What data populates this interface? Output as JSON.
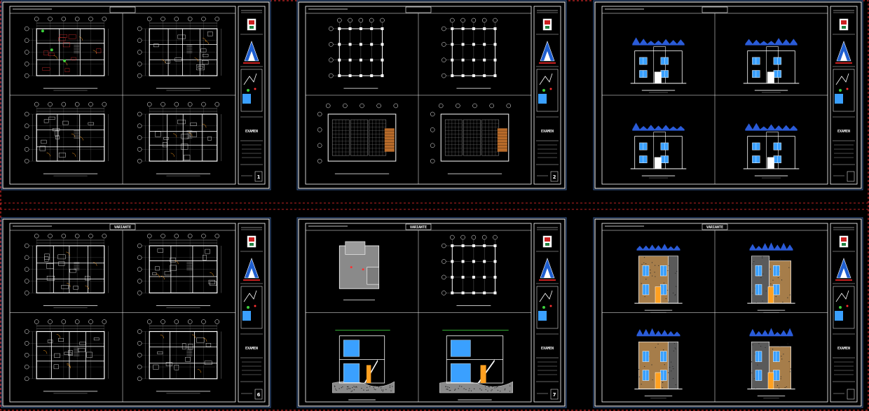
{
  "colors": {
    "background": "#000000",
    "sheet_border": "#ffffff",
    "sheet_outer": "#3a5f9a",
    "viewport_border": "#ff3030",
    "wall": "#ffffff",
    "dimension": "#c9c9c9",
    "mountain": "#2a5bd8",
    "window": "#3aa0ff",
    "floor_tile": "#9a9a9a",
    "stair": "#b86b2a",
    "stone_wall": "#5a5a5a",
    "render_wall": "#a67d4a",
    "ground": "#8a8a8a",
    "furniture": "#e03030",
    "door": "#ffa020",
    "plants": "#3cd03c"
  },
  "sheets": [
    {
      "id": "sheet-1",
      "kind": "floor-plans",
      "title_badge": "",
      "sheet_number": "1"
    },
    {
      "id": "sheet-2",
      "kind": "structural-plans",
      "title_badge": "",
      "sheet_number": "2"
    },
    {
      "id": "sheet-3",
      "kind": "elevations-line",
      "title_badge": "",
      "sheet_number": ""
    },
    {
      "id": "sheet-4",
      "kind": "floor-plans-alt",
      "title_badge": "VARIANTE",
      "sheet_number": "6"
    },
    {
      "id": "sheet-5",
      "kind": "roof-and-sections",
      "title_badge": "VARIANTE",
      "sheet_number": "7"
    },
    {
      "id": "sheet-6",
      "kind": "elevations-rendered",
      "title_badge": "VARIANTE",
      "sheet_number": ""
    }
  ],
  "title_block": {
    "logo_icon": "university-logo-icon",
    "triangle_icon": "institution-triangle-icon",
    "location_icon": "site-location-map-icon",
    "stamp": "EXAMEN"
  }
}
